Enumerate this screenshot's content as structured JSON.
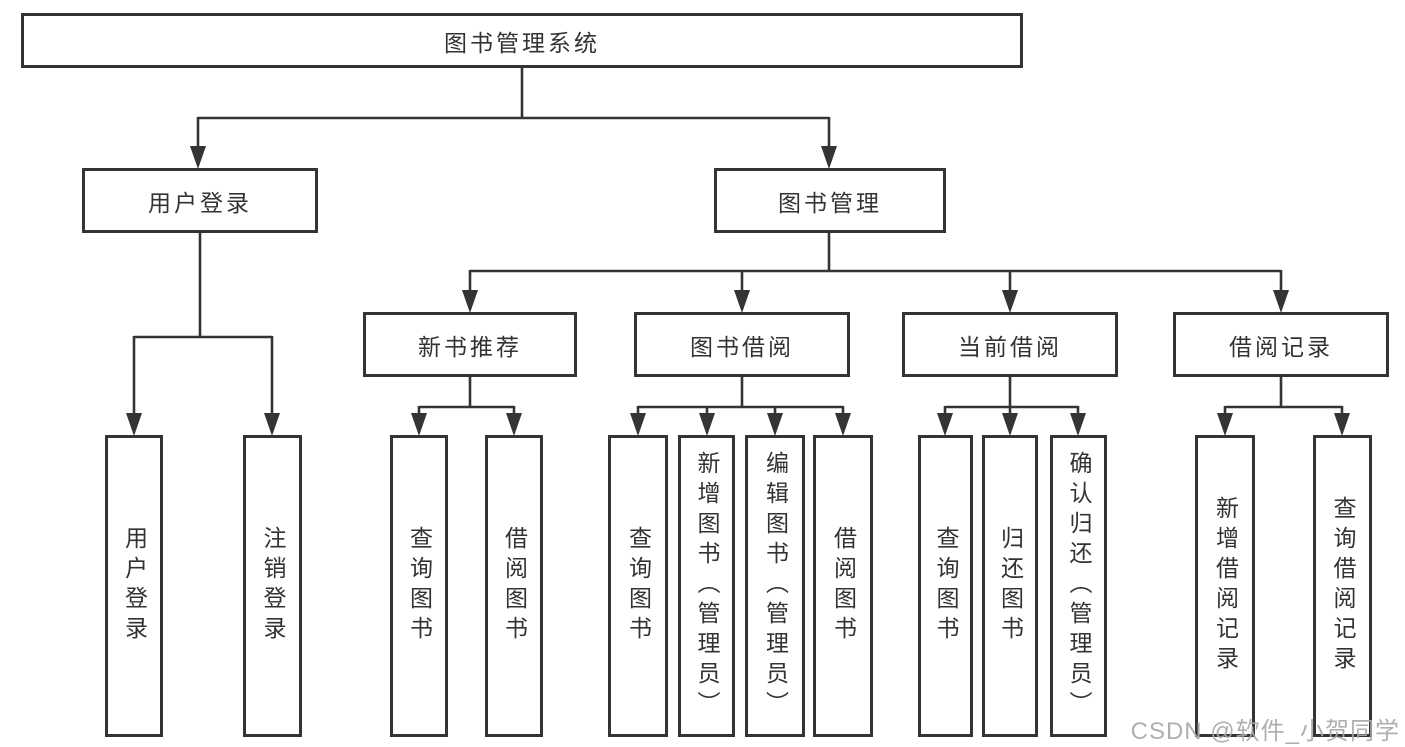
{
  "diagram": {
    "root": {
      "label": "图书管理系统"
    },
    "branches": [
      {
        "label": "用户登录",
        "leaves": [
          {
            "label": "用户登录"
          },
          {
            "label": "注销登录"
          }
        ]
      },
      {
        "label": "图书管理",
        "sections": [
          {
            "label": "新书推荐",
            "leaves": [
              {
                "label": "查询图书"
              },
              {
                "label": "借阅图书"
              }
            ]
          },
          {
            "label": "图书借阅",
            "leaves": [
              {
                "label": "查询图书"
              },
              {
                "label": "新增图书（管理员）"
              },
              {
                "label": "编辑图书（管理员）"
              },
              {
                "label": "借阅图书"
              }
            ]
          },
          {
            "label": "当前借阅",
            "leaves": [
              {
                "label": "查询图书"
              },
              {
                "label": "归还图书"
              },
              {
                "label": "确认归还（管理员）"
              }
            ]
          },
          {
            "label": "借阅记录",
            "leaves": [
              {
                "label": "新增借阅记录"
              },
              {
                "label": "查询借阅记录"
              }
            ]
          }
        ]
      }
    ]
  },
  "watermark": {
    "text": "CSDN @软件_小贺同学"
  },
  "colors": {
    "line": "#343434",
    "box_border": "#343434",
    "text": "#333333",
    "watermark": "#a8a8a8"
  }
}
